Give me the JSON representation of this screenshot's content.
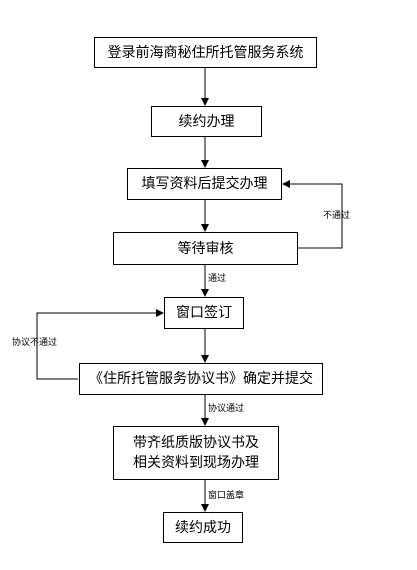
{
  "nodes": [
    {
      "id": "login",
      "text": "登录前海商秘住所托管服务系统"
    },
    {
      "id": "renew",
      "text": "续约办理"
    },
    {
      "id": "fill",
      "text": "填写资料后提交办理"
    },
    {
      "id": "review",
      "text": "等待审核"
    },
    {
      "id": "sign",
      "text": "窗口签订"
    },
    {
      "id": "agreement",
      "text": "《住所托管服务协议书》确定并提交"
    },
    {
      "id": "onsite",
      "text": "带齐纸质版协议书及\n相关资料到现场办理"
    },
    {
      "id": "success",
      "text": "续约成功"
    }
  ],
  "edge_labels": {
    "not_passed": "不通过",
    "passed": "通过",
    "agreement_not_passed": "协议不通过",
    "agreement_passed": "协议通过",
    "window_stamp": "窗口盖章"
  }
}
